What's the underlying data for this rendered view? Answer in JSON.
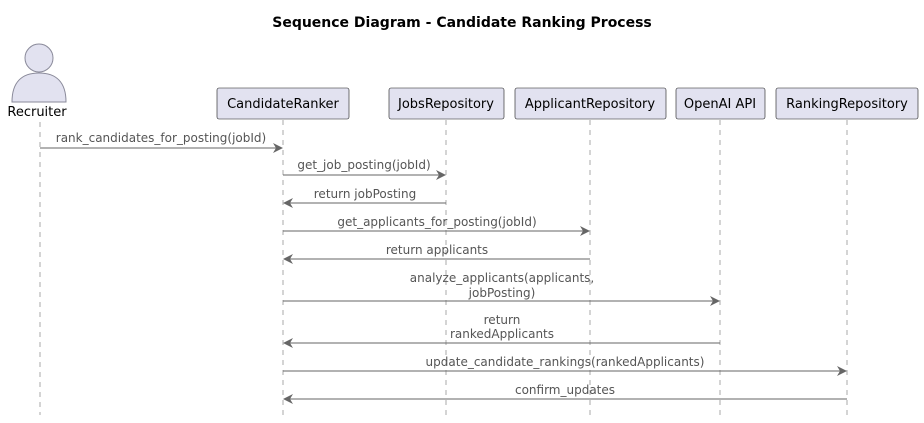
{
  "diagram": {
    "title": "Sequence Diagram - Candidate Ranking Process",
    "actor": {
      "label": "Recruiter"
    },
    "participants": [
      {
        "id": "ranker",
        "label": "CandidateRanker"
      },
      {
        "id": "jobs",
        "label": "JobsRepository"
      },
      {
        "id": "applicants",
        "label": "ApplicantRepository"
      },
      {
        "id": "openai",
        "label": "OpenAI API"
      },
      {
        "id": "ranking",
        "label": "RankingRepository"
      }
    ],
    "messages": [
      {
        "from": "Recruiter",
        "to": "CandidateRanker",
        "lines": [
          "rank_candidates_for_posting(jobId)"
        ]
      },
      {
        "from": "CandidateRanker",
        "to": "JobsRepository",
        "lines": [
          "get_job_posting(jobId)"
        ]
      },
      {
        "from": "JobsRepository",
        "to": "CandidateRanker",
        "lines": [
          "return jobPosting"
        ]
      },
      {
        "from": "CandidateRanker",
        "to": "ApplicantRepository",
        "lines": [
          "get_applicants_for_posting(jobId)"
        ]
      },
      {
        "from": "ApplicantRepository",
        "to": "CandidateRanker",
        "lines": [
          "return applicants"
        ]
      },
      {
        "from": "CandidateRanker",
        "to": "OpenAI API",
        "lines": [
          "analyze_applicants(applicants,",
          "jobPosting)"
        ]
      },
      {
        "from": "OpenAI API",
        "to": "CandidateRanker",
        "lines": [
          "return",
          "rankedApplicants"
        ]
      },
      {
        "from": "CandidateRanker",
        "to": "RankingRepository",
        "lines": [
          "update_candidate_rankings(rankedApplicants)"
        ]
      },
      {
        "from": "RankingRepository",
        "to": "CandidateRanker",
        "lines": [
          "confirm_updates"
        ]
      }
    ]
  }
}
